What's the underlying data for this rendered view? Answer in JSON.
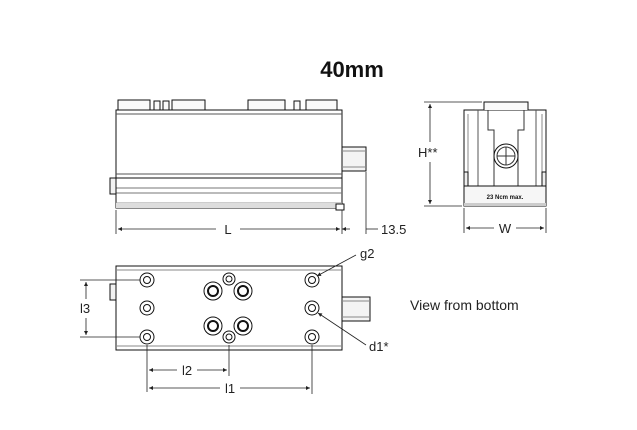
{
  "title": "40mm",
  "dimensions": {
    "length": "L",
    "extension": "13.5",
    "height": "H**",
    "width": "W",
    "l1": "l1",
    "l2": "l2",
    "l3": "l3",
    "g2": "g2",
    "d1": "d1*"
  },
  "end_view_marking": "23 Ncm max.",
  "bottom_view_label": "View from bottom"
}
